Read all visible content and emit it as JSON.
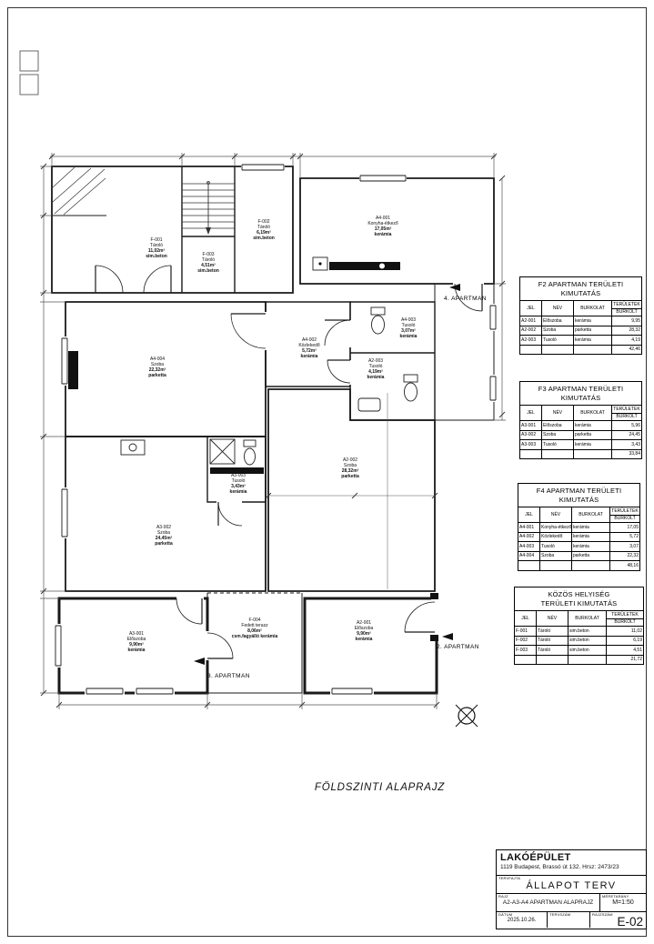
{
  "sheet": {
    "caption": "FÖLDSZINTI ALAPRAJZ"
  },
  "callouts": {
    "apartment2": "2. APARTMAN",
    "apartment3": "3. APARTMAN",
    "apartment4": "4. APARTMAN"
  },
  "rooms": {
    "f001": {
      "id": "F-001",
      "name": "Tároló",
      "area": "11,02m²",
      "finish": "sim.beton"
    },
    "f002": {
      "id": "F-002",
      "name": "Tároló",
      "area": "6,19m²",
      "finish": "sim.beton"
    },
    "f003": {
      "id": "F-003",
      "name": "Tároló",
      "area": "4,51m²",
      "finish": "sim.beton"
    },
    "f004": {
      "id": "F-004",
      "name": "Fedett terasz",
      "area": "8,06m²",
      "finish": "csm.fagyálló kerámia"
    },
    "a4001": {
      "id": "A4-001",
      "name": "Konyha-étkező",
      "area": "17,05m²",
      "finish": "kerámia"
    },
    "a4002": {
      "id": "A4-002",
      "name": "Közlekedő",
      "area": "5,72m²",
      "finish": "kerámia"
    },
    "a4003": {
      "id": "A4-003",
      "name": "Tusoló",
      "area": "3,07m²",
      "finish": "kerámia"
    },
    "a4004": {
      "id": "A4-004",
      "name": "Szoba",
      "area": "22,32m²",
      "finish": "parketta"
    },
    "a2001": {
      "id": "A2-001",
      "name": "Előszoba",
      "area": "9,90m²",
      "finish": "kerámia"
    },
    "a2002": {
      "id": "A2-002",
      "name": "Szoba",
      "area": "28,32m²",
      "finish": "parketta"
    },
    "a2003": {
      "id": "A2-003",
      "name": "Tusoló",
      "area": "4,19m²",
      "finish": "kerámia"
    },
    "a3001": {
      "id": "A3-001",
      "name": "Előszoba",
      "area": "9,90m²",
      "finish": "kerámia"
    },
    "a3002": {
      "id": "A3-002",
      "name": "Szoba",
      "area": "24,45m²",
      "finish": "parketta"
    },
    "a3003": {
      "id": "A3-003",
      "name": "Tusoló",
      "area": "3,43m²",
      "finish": "kerámia"
    }
  },
  "tables": {
    "headers": {
      "jel": "JEL",
      "nev": "NÉV",
      "burkolat": "BURKOLAT",
      "teruletek": "TERÜLETEK",
      "burkolt": "BURKOLT"
    },
    "f2": {
      "title1": "F2 APARTMAN TERÜLETI",
      "title2": "KIMUTATÁS",
      "rows": [
        [
          "A2-001",
          "Előszoba",
          "kerámia",
          "9,95"
        ],
        [
          "A2-002",
          "Szoba",
          "parketta",
          "28,32"
        ],
        [
          "A2-003",
          "Tusoló",
          "kerámia",
          "4,19"
        ]
      ],
      "total": "42,46"
    },
    "f3": {
      "title1": "F3 APARTMAN TERÜLETI",
      "title2": "KIMUTATÁS",
      "rows": [
        [
          "A3-001",
          "Előszoba",
          "kerámia",
          "5,96"
        ],
        [
          "A3-002",
          "Szoba",
          "parketta",
          "24,45"
        ],
        [
          "A3-003",
          "Tusoló",
          "kerámia",
          "3,43"
        ]
      ],
      "total": "33,84"
    },
    "f4": {
      "title1": "F4 APARTMAN TERÜLETI",
      "title2": "KIMUTATÁS",
      "rows": [
        [
          "A4-001",
          "Konyha-étkező",
          "kerámia",
          "17,05"
        ],
        [
          "A4-002",
          "Közlekedő",
          "kerámia",
          "5,72"
        ],
        [
          "A4-003",
          "Tusoló",
          "kerámia",
          "3,07"
        ],
        [
          "A4-004",
          "Szoba",
          "parketta",
          "22,32"
        ]
      ],
      "total": "48,16"
    },
    "kozos": {
      "title1": "KÖZÖS HELYISÉG",
      "title2": "TERÜLETI KIMUTATÁS",
      "rows": [
        [
          "F-001",
          "Tároló",
          "sim.beton",
          "11,02"
        ],
        [
          "F-002",
          "Tároló",
          "sim.beton",
          "6,19"
        ],
        [
          "F-003",
          "Tároló",
          "sim.beton",
          "4,51"
        ]
      ],
      "total": "21,72"
    }
  },
  "titleblock": {
    "project": "LAKÓÉPÜLET",
    "address": "1119 Budapest, Brassó út 132. Hrsz: 2473/23",
    "phase_label": "TERVFAJTA",
    "phase": "ÁLLAPOT TERV",
    "drawing_label": "RAJZ",
    "drawing": "A2-A3-A4 APARTMAN ALAPRAJZ",
    "scale_label": "MÉRETARÁNY",
    "scale": "M=1:50",
    "date_label": "DÁTUM",
    "date": "2025.10.26.",
    "plan_no_label": "TERVSZÁM",
    "plan_no": "",
    "sheet_no_label": "RAJZSZÁM",
    "sheet_no": "E-02"
  }
}
